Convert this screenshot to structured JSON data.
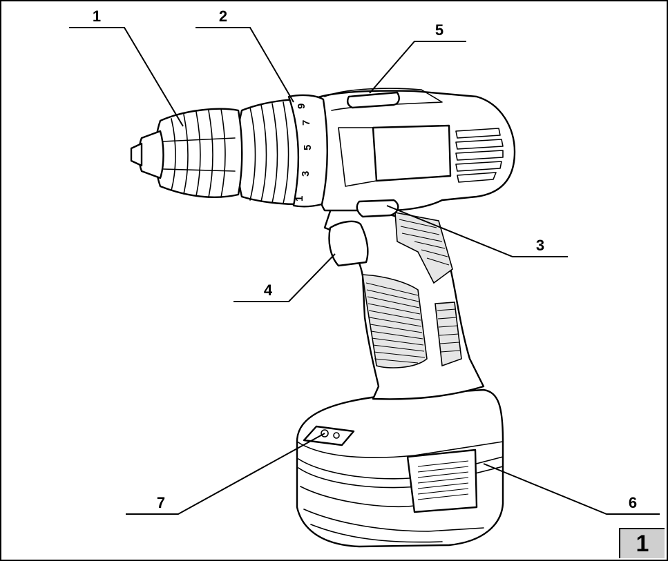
{
  "figure": {
    "number": "1"
  },
  "callouts": [
    {
      "id": "1",
      "text": "1"
    },
    {
      "id": "2",
      "text": "2"
    },
    {
      "id": "3",
      "text": "3"
    },
    {
      "id": "4",
      "text": "4"
    },
    {
      "id": "5",
      "text": "5"
    },
    {
      "id": "6",
      "text": "6"
    },
    {
      "id": "7",
      "text": "7"
    }
  ],
  "torque_dial": [
    "1",
    "3",
    "5",
    "7",
    "9"
  ],
  "colors": {
    "line": "#000000",
    "badge_fill": "#cfcfcf",
    "background": "#ffffff"
  }
}
